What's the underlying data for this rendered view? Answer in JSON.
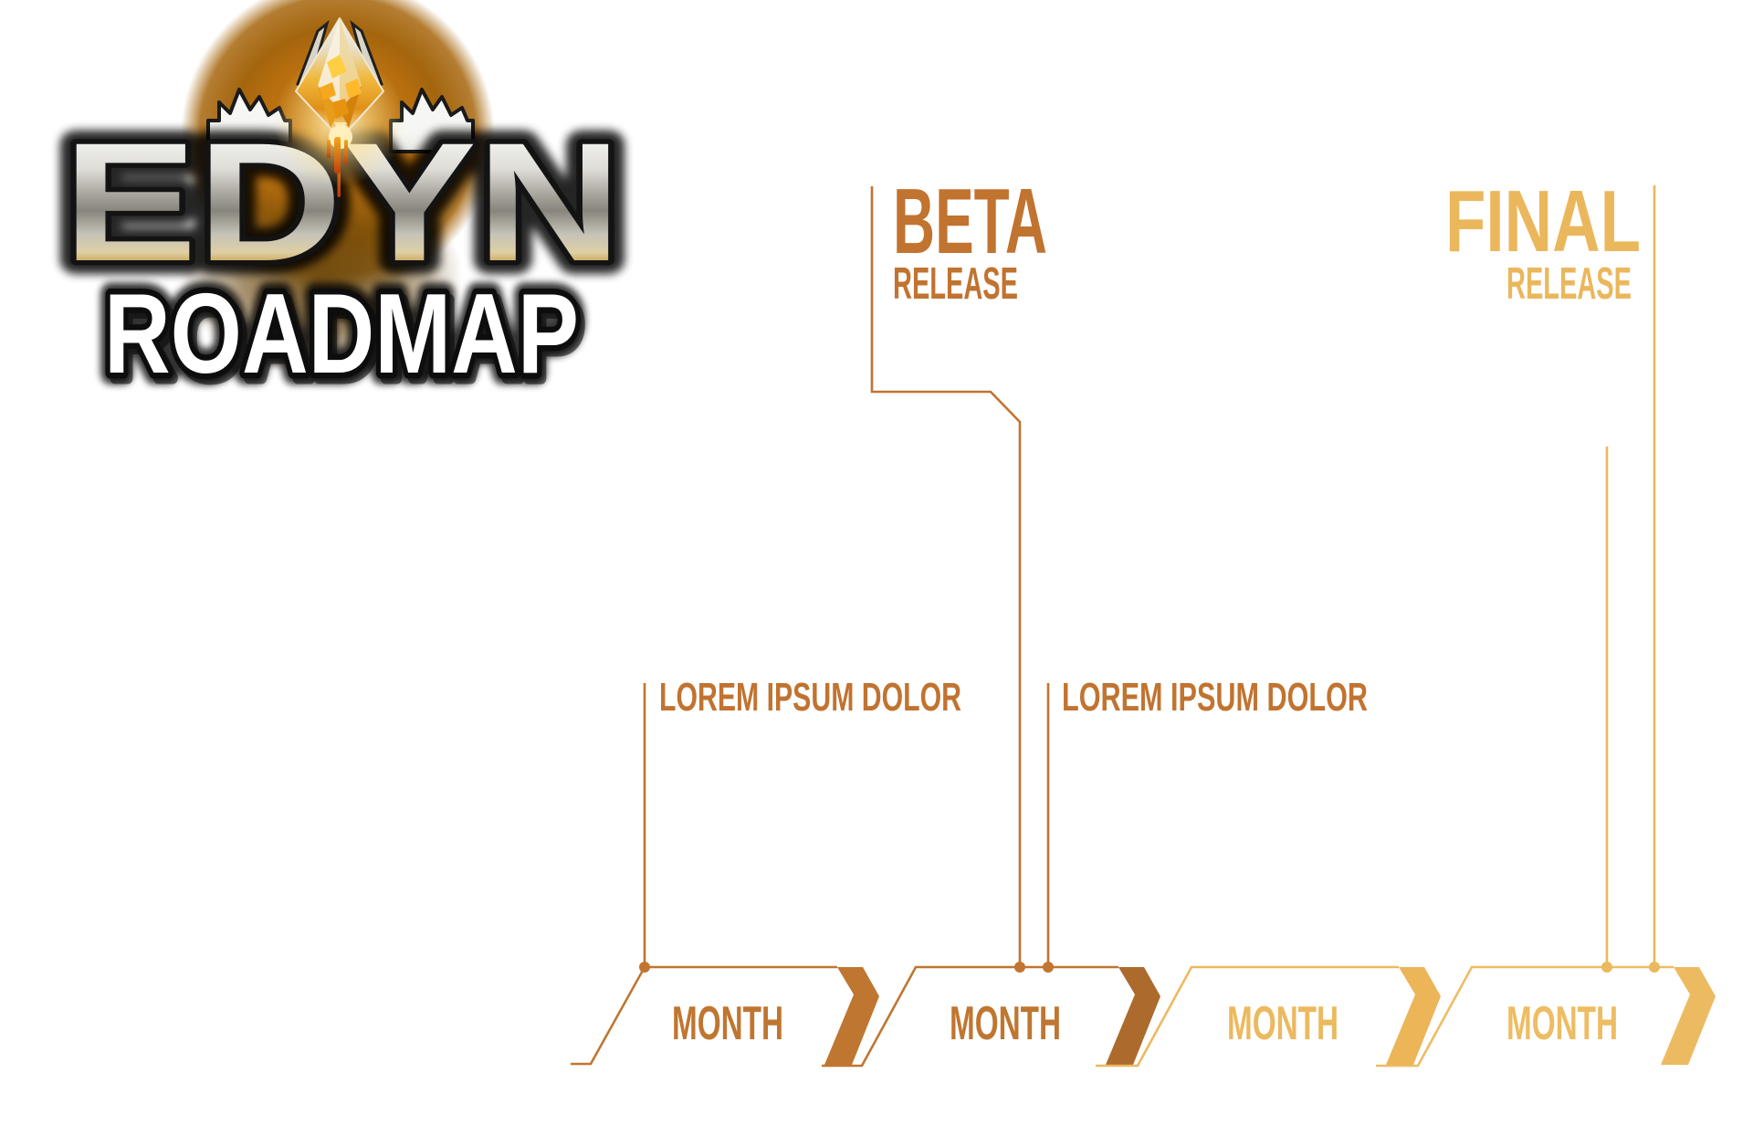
{
  "logo": {
    "title": "EDYN",
    "subtitle": "ROADMAP"
  },
  "milestones": {
    "beta": {
      "title": "BETA",
      "subtitle": "RELEASE",
      "color": "#C17330"
    },
    "final": {
      "title": "FINAL",
      "subtitle": "RELEASE",
      "color": "#EBB75C"
    }
  },
  "annotations": {
    "left": {
      "text": "LOREM IPSUM DOLOR",
      "color": "#C17330"
    },
    "right": {
      "text": "LOREM IPSUM DOLOR",
      "color": "#C17330"
    }
  },
  "timeline": {
    "months": [
      {
        "label": "MONTH",
        "color": "#BF7630",
        "chevron_color": "#BF7630",
        "node_color": "#C1752F"
      },
      {
        "label": "MONTH",
        "color": "#BF7630",
        "chevron_color": "#AC6A2D",
        "node_color": "#C1752F"
      },
      {
        "label": "MONTH",
        "color": "#ECB95F",
        "chevron_color": "#EBB558",
        "node_color": "#ECB85D"
      },
      {
        "label": "MONTH",
        "color": "#EEBC62",
        "chevron_color": "#ECBA61",
        "node_color": "#ECB85D"
      }
    ]
  },
  "palette": {
    "background": "#FFFFFF",
    "orange": "#C17330",
    "gold": "#EBB75C",
    "chevron_dark": "#AC6A2D",
    "logo_glow_orange": "#C4750F",
    "logo_under_brown": "#6E4A0E",
    "logo_subtitle_fill": "#FFFFFF",
    "logo_outline": "#0D0D0D",
    "gem_gold": "#F0B93E"
  }
}
